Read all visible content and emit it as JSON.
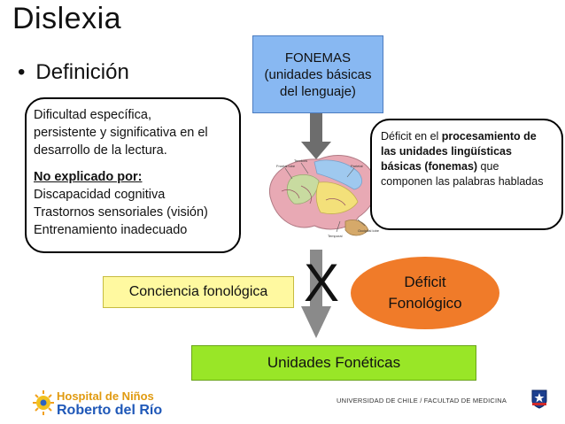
{
  "title": "Dislexia",
  "bullet": {
    "symbol": "•",
    "text": "Definición"
  },
  "fonemas_box": {
    "line1": "FONEMAS",
    "line2": "(unidades básicas",
    "line3": "del lenguaje)"
  },
  "definition_box": {
    "line1": "Dificultad específica,",
    "line2": "persistente y significativa en el",
    "line3": "desarrollo de la lectura.",
    "not_explained_label": "No explicado por:",
    "causes": [
      "Discapacidad cognitiva",
      "Trastornos sensoriales (visión)",
      "Entrenamiento inadecuado"
    ]
  },
  "deficit_box": {
    "pre": "Déficit en el ",
    "bold": "procesamiento de las unidades lingüísticas básicas (fonemas)",
    "post": " que componen las palabras habladas"
  },
  "conciencia_box": {
    "label": "Conciencia fonológica"
  },
  "x_mark": "X",
  "deficit_ellipse": {
    "line1": "Déficit",
    "line2": "Fonológico"
  },
  "unidades_box": {
    "label": "Unidades Fonéticas"
  },
  "brain_labels": [
    "Tendons",
    "Frontal lobe",
    "Parietal",
    "Temporal",
    "Occipital lobe"
  ],
  "footer": {
    "text": "UNIVERSIDAD DE CHILE / FACULTAD DE MEDICINA"
  },
  "logo": {
    "line1": "Hospital de Niños",
    "line2": "Roberto del Río"
  },
  "colors": {
    "fonemas": "#88b8f2",
    "conciencia": "#fff9a0",
    "ellipse": "#f07b29",
    "unidades": "#99e627",
    "arrow": "#555555"
  }
}
